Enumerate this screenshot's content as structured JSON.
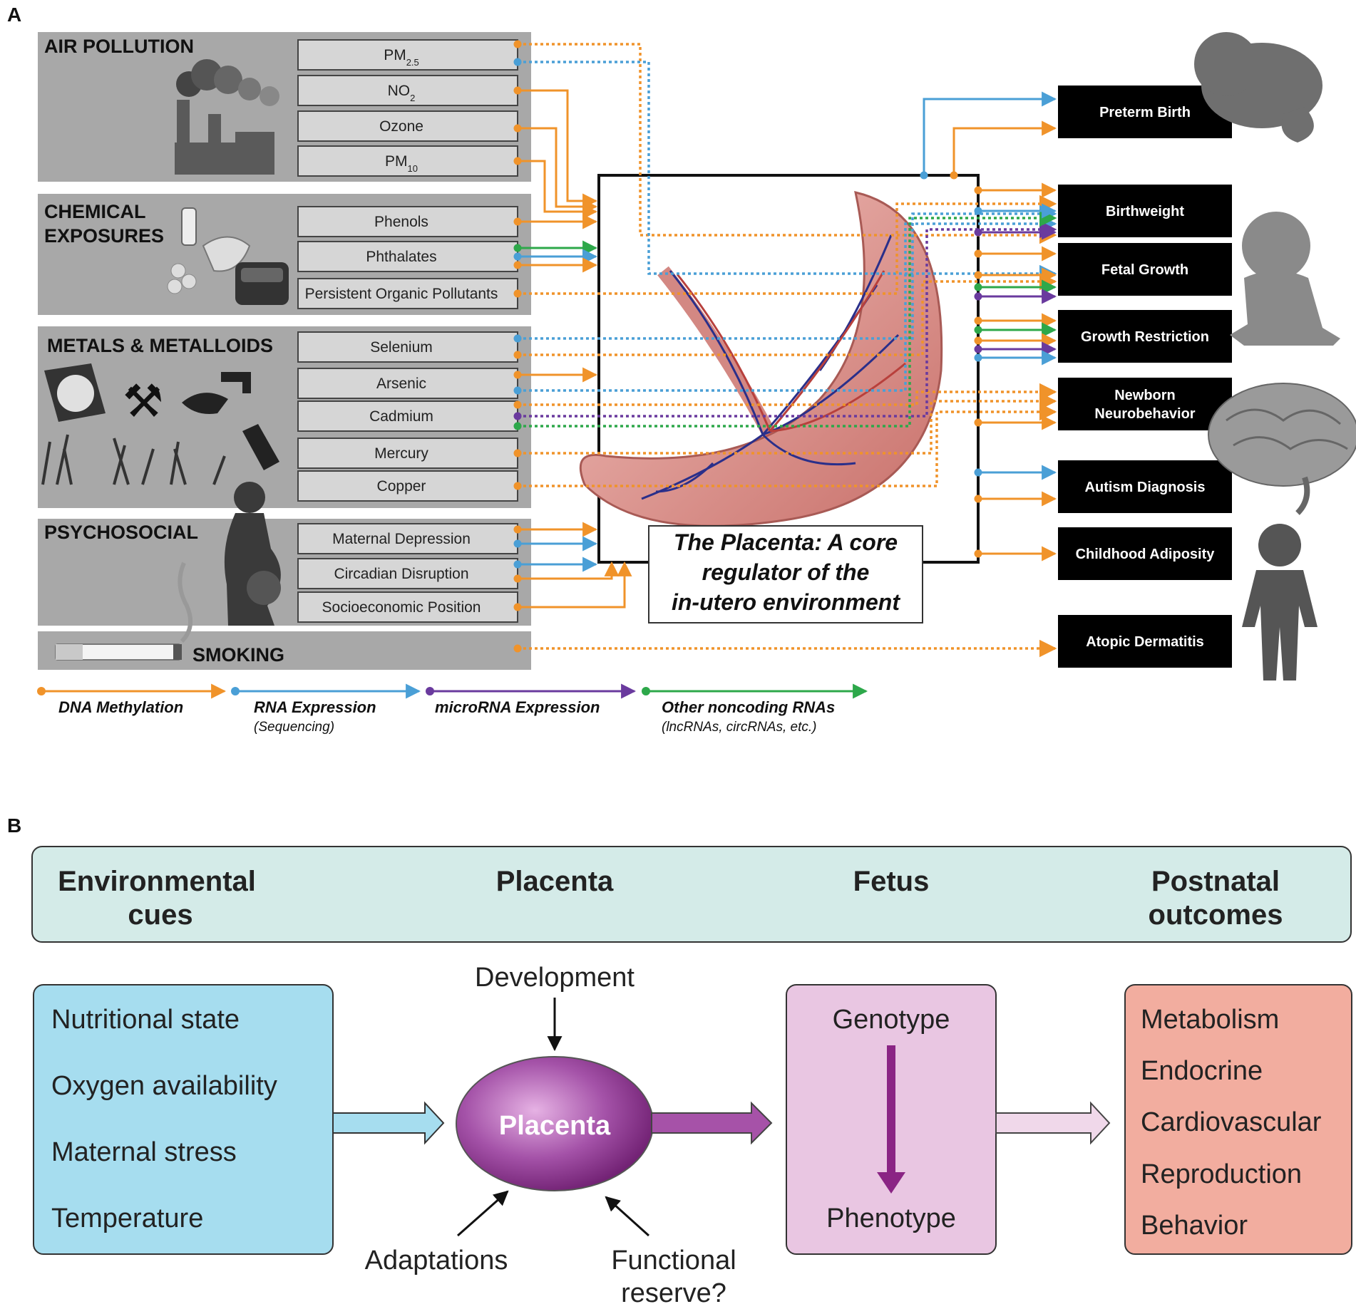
{
  "panel_a": {
    "letter": "A",
    "categories": {
      "air_pollution": "AIR POLLUTION",
      "chemical_1": "CHEMICAL",
      "chemical_2": "EXPOSURES",
      "metals": "METALS & METALLOIDS",
      "psychosocial": "PSYCHOSOCIAL",
      "smoking": "SMOKING"
    },
    "exposures": {
      "pm25": {
        "base": "PM",
        "sub": "2.5"
      },
      "no2": {
        "base": "NO",
        "sub": "2"
      },
      "ozone": "Ozone",
      "pm10": {
        "base": "PM",
        "sub": "10"
      },
      "phenols": "Phenols",
      "phthalates": "Phthalates",
      "pops": "Persistent Organic Pollutants",
      "selenium": "Selenium",
      "arsenic": "Arsenic",
      "cadmium": "Cadmium",
      "mercury": "Mercury",
      "copper": "Copper",
      "depression": "Maternal Depression",
      "circadian": "Circadian Disruption",
      "ses": "Socioeconomic Position"
    },
    "placenta_title": [
      "The Placenta: A core",
      "regulator of the",
      "in-utero environment"
    ],
    "outcomes": {
      "preterm": "Preterm Birth",
      "birthweight": "Birthweight",
      "fetal_growth": "Fetal Growth",
      "growth_restriction": "Growth Restriction",
      "neuro_1": "Newborn",
      "neuro_2": "Neurobehavior",
      "autism": "Autism Diagnosis",
      "adiposity": "Childhood Adiposity",
      "atopic": "Atopic Dermatitis"
    },
    "legend": {
      "dna": "DNA Methylation",
      "rna": "RNA Expression",
      "rna_sub": "(Sequencing)",
      "mirna": "microRNA Expression",
      "other": "Other noncoding RNAs",
      "other_sub": "(lncRNAs, circRNAs, etc.)"
    },
    "colors": {
      "dna": "#f0932a",
      "rna": "#4a9fd6",
      "mirna": "#6a3a9e",
      "other": "#2da84a",
      "panel_gray": "#a8a8a8",
      "exposure_box": "#d6d6d6",
      "outcome_box": "#000000"
    }
  },
  "panel_b": {
    "letter": "B",
    "headers": [
      "Environmental",
      "cues",
      "Placenta",
      "Fetus",
      "Postnatal",
      "outcomes"
    ],
    "env_cues": [
      "Nutritional state",
      "Oxygen availability",
      "Maternal stress",
      "Temperature"
    ],
    "development": "Development",
    "placenta_label": "Placenta",
    "adaptations": "Adaptations",
    "functional_reserve": [
      "Functional",
      "reserve?"
    ],
    "fetus": {
      "genotype": "Genotype",
      "phenotype": "Phenotype"
    },
    "postnatal": [
      "Metabolism",
      "Endocrine",
      "Cardiovascular",
      "Reproduction",
      "Behavior"
    ],
    "colors": {
      "header_bg": "#d4ebe8",
      "env_bg": "#a6ddef",
      "placenta_oval": "#a04aa4",
      "fetus_bg": "#e9c6e2",
      "postnatal_bg": "#f2ad9f",
      "fetus_arrow": "#8a2484"
    }
  }
}
